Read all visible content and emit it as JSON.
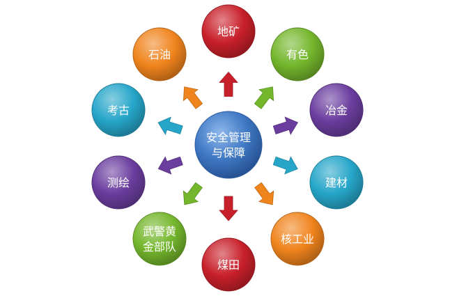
{
  "center": {
    "lines": [
      "安全管理",
      "与保障"
    ],
    "color": "#3f78c4"
  },
  "nodes": [
    {
      "id": "dikuang",
      "lines": [
        "地矿"
      ],
      "color": "#c8202a"
    },
    {
      "id": "youse",
      "lines": [
        "有色"
      ],
      "color": "#74b62c"
    },
    {
      "id": "yejin",
      "lines": [
        "冶金"
      ],
      "color": "#6a3d9e"
    },
    {
      "id": "jiancai",
      "lines": [
        "建材"
      ],
      "color": "#26a6c9"
    },
    {
      "id": "hegongye",
      "lines": [
        "核工业"
      ],
      "color": "#f0841d"
    },
    {
      "id": "meitian",
      "lines": [
        "煤田"
      ],
      "color": "#c8202a"
    },
    {
      "id": "wujing",
      "lines": [
        "武警黄",
        "金部队"
      ],
      "color": "#74b62c"
    },
    {
      "id": "cehui",
      "lines": [
        "测绘"
      ],
      "color": "#6a3d9e"
    },
    {
      "id": "kaogu",
      "lines": [
        "考古"
      ],
      "color": "#26a6c9"
    },
    {
      "id": "shiyou",
      "lines": [
        "石油"
      ],
      "color": "#f0841d"
    }
  ]
}
